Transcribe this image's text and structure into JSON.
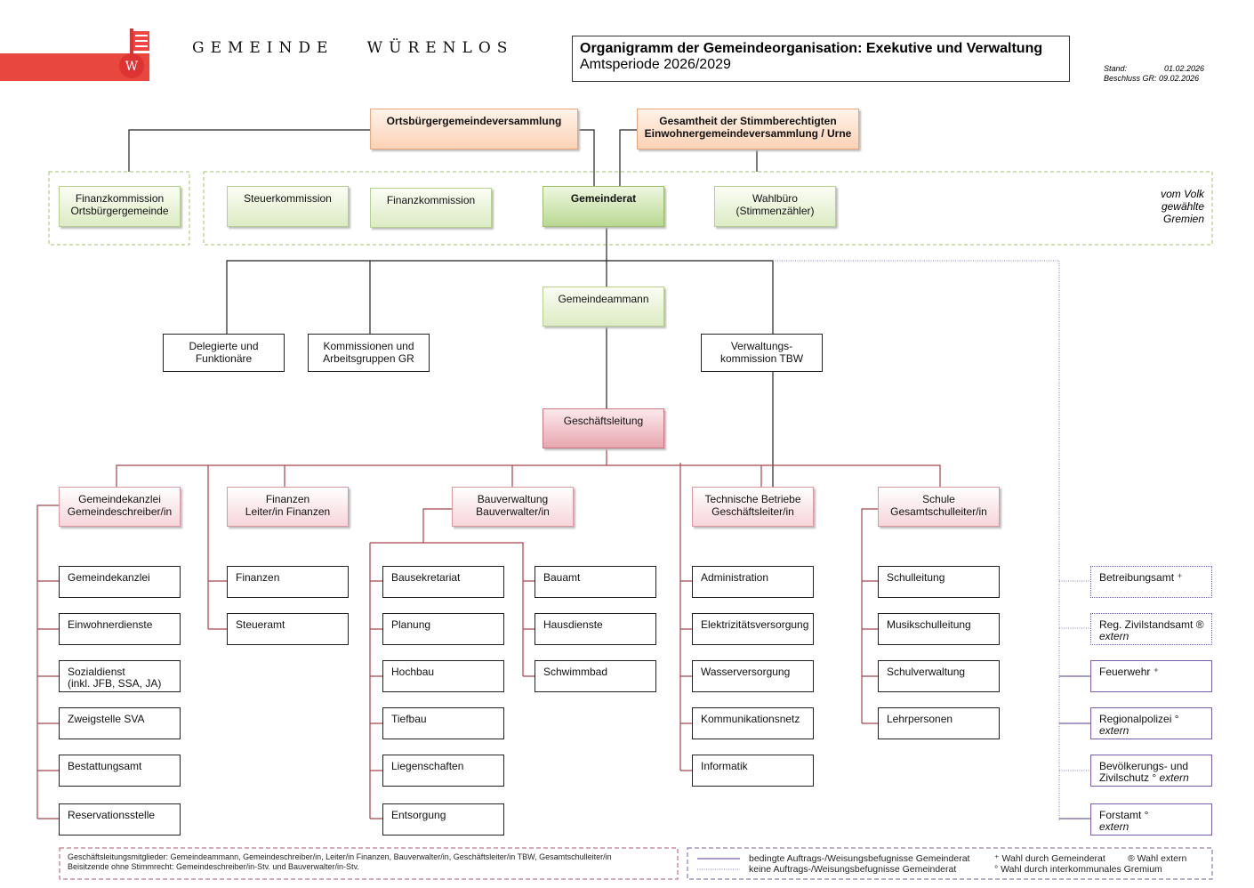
{
  "header": {
    "logo_text": "GEMEINDE   WÜRENLOS",
    "title": "Organigramm der Gemeindeorganisation: Exekutive und Verwaltung",
    "subtitle": "Amtsperiode 2026/2029",
    "stand_label": "Stand:",
    "stand_value": "01.02.2026",
    "beschluss_label": "Beschluss GR:",
    "beschluss_value": "09.02.2026"
  },
  "top": {
    "ortsbuerger": "Ortsbürgergemeindeversammlung",
    "gesamtheit1": "Gesamtheit der Stimmberechtigten",
    "gesamtheit2": "Einwohnergemeindeversammlung / Urne"
  },
  "gremien": {
    "fiko_obg1": "Finanzkommission",
    "fiko_obg2": "Ortsbürgergemeinde",
    "steuer": "Steuerkommission",
    "fiko": "Finanzkommission",
    "gemeinderat": "Gemeinderat",
    "wahl1": "Wahlbüro",
    "wahl2": "(Stimmenzähler)",
    "volk1": "vom Volk",
    "volk2": "gewählte",
    "volk3": "Gremien"
  },
  "mid": {
    "ammann": "Gemeindeammann",
    "deleg1": "Delegierte und",
    "deleg2": "Funktionäre",
    "komm1": "Kommissionen und",
    "komm2": "Arbeitsgruppen GR",
    "tbw1": "Verwaltungs-",
    "tbw2": "kommission TBW",
    "gl": "Geschäftsleitung"
  },
  "heads": [
    {
      "l1": "Gemeindekanzlei",
      "l2": "Gemeindeschreiber/in"
    },
    {
      "l1": "Finanzen",
      "l2": "Leiter/in Finanzen"
    },
    {
      "l1": "Bauverwaltung",
      "l2": "Bauverwalter/in"
    },
    {
      "l1": "Technische Betriebe",
      "l2": "Geschäftsleiter/in"
    },
    {
      "l1": "Schule",
      "l2": "Gesamtschulleiter/in"
    }
  ],
  "kanzlei": [
    "Gemeindekanzlei",
    "Einwohnerdienste",
    "Sozialdienst",
    "(inkl. JFB, SSA, JA)",
    "Zweigstelle SVA",
    "Bestattungsamt",
    "Reservationsstelle"
  ],
  "finanzen": [
    "Finanzen",
    "Steueramt"
  ],
  "bau_left": [
    "Bausekretariat",
    "Planung",
    "Hochbau",
    "Tiefbau",
    "Liegenschaften",
    "Entsorgung"
  ],
  "bau_right": [
    "Bauamt",
    "Hausdienste",
    "Schwimmbad"
  ],
  "tb": [
    "Administration",
    "Elektrizitätsversorgung",
    "Wasserversorgung",
    "Kommunikationsnetz",
    "Informatik"
  ],
  "schule": [
    "Schulleitung",
    "Musikschulleitung",
    "Schulverwaltung",
    "Lehrpersonen"
  ],
  "extern": {
    "betr": "Betreibungsamt ⁺",
    "ziv": "Reg. Zivilstandsamt ®",
    "feuer": "Feuerwehr ⁺",
    "poli": "Regionalpolizei °",
    "bev1": "Bevölkerungs- und",
    "bev2": "Zivilschutz °",
    "forst": "Forstamt °",
    "extern": "extern"
  },
  "legend": {
    "gl1": "Geschäftsleitungsmitglieder: Gemeindeammann, Gemeindeschreiber/in, Leiter/in Finanzen, Bauverwalter/in, Geschäftsleiter/in TBW, Gesamtschulleiter/in",
    "gl2": "Beisitzende ohne Stimmrecht: Gemeindeschreiber/in-Stv. und Bauverwalter/in-Stv.",
    "solid": "bedingte Auftrags-/Weisungsbefugnisse Gemeinderat",
    "dotted": "keine Auftrags-/Weisungsbefugnisse Gemeinderat",
    "plus": "⁺ Wahl durch Gemeinderat",
    "reg": "® Wahl extern",
    "deg": "° Wahl durch interkommunales Gremium"
  },
  "colors": {
    "red": "#e8473d",
    "line_red": "#a8434f",
    "purple": "#7b5ea7"
  }
}
